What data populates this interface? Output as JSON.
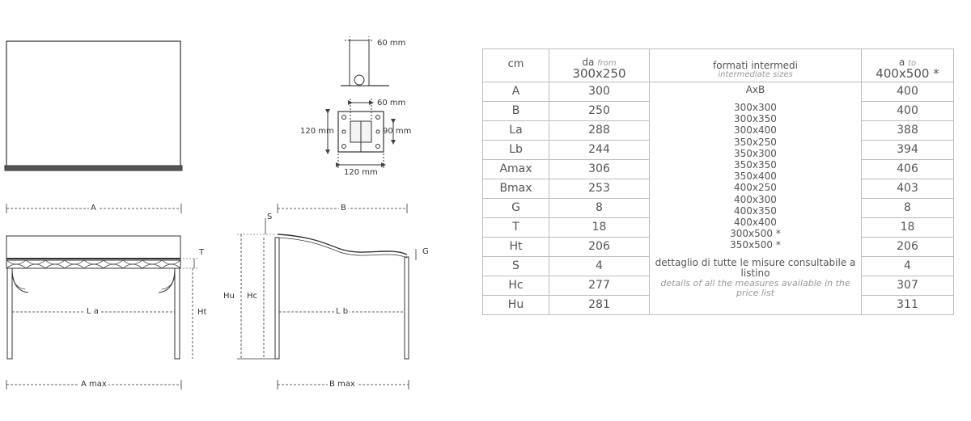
{
  "drawings": {
    "post_section": {
      "width_label": "60 mm"
    },
    "base_plate": {
      "top_label": "60 mm",
      "left_label": "120 mm",
      "right_label": "90 mm",
      "bottom_label": "120 mm"
    },
    "front_view": {
      "width_label": "A",
      "inner_label": "L a",
      "max_label": "A max",
      "thickness_label": "T",
      "height_label": "Ht"
    },
    "side_view": {
      "width_label": "B",
      "inner_label": "L b",
      "max_label": "B max",
      "s_label": "S",
      "g_label": "G",
      "hu_label": "Hu",
      "hc_label": "Hc"
    }
  },
  "table": {
    "header": {
      "cm": "cm",
      "from_it": "da",
      "from_en": "from",
      "from_size": "300x250",
      "mid_it": "formati intermedi",
      "mid_en": "intermediate sizes",
      "to_it": "a",
      "to_en": "to",
      "to_size": "400x500 *"
    },
    "rows": [
      {
        "label": "A",
        "from": "300",
        "to": "400"
      },
      {
        "label": "B",
        "from": "250",
        "to": "400"
      },
      {
        "label": "La",
        "from": "288",
        "to": "388"
      },
      {
        "label": "Lb",
        "from": "244",
        "to": "394"
      },
      {
        "label": "Amax",
        "from": "306",
        "to": "406"
      },
      {
        "label": "Bmax",
        "from": "253",
        "to": "403"
      },
      {
        "label": "G",
        "from": "8",
        "to": "8"
      },
      {
        "label": "T",
        "from": "18",
        "to": "18"
      },
      {
        "label": "Ht",
        "from": "206",
        "to": "206"
      },
      {
        "label": "S",
        "from": "4",
        "to": "4"
      },
      {
        "label": "Hc",
        "from": "277",
        "to": "307"
      },
      {
        "label": "Hu",
        "from": "281",
        "to": "311"
      }
    ],
    "middle": {
      "axb": "AxB",
      "sizes": [
        "300x300",
        "300x350",
        "300x400",
        "350x250",
        "350x300",
        "350x350",
        "350x400",
        "400x250",
        "400x300",
        "400x350",
        "400x400",
        "300x500 *",
        "350x500 *"
      ],
      "note_it": "dettaglio di tutte le misure consultabile a listino",
      "note_en": "details of all the measures available in the price list"
    }
  }
}
